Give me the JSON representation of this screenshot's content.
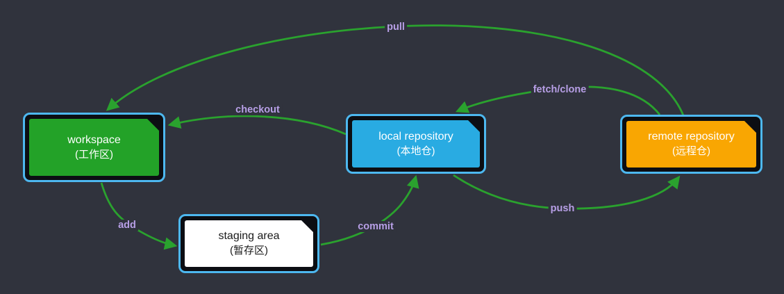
{
  "diagram": {
    "background": "#30333d",
    "edge_color": "#2aa22e",
    "label_color": "#b79fe6",
    "node_border_outer": "#4db8f0",
    "node_border_inner": "#0c0e13",
    "nodes": [
      {
        "id": "workspace",
        "title": "workspace",
        "subtitle": "(工作区)",
        "fill": "#23a228",
        "text_color": "#ffffff"
      },
      {
        "id": "local-repository",
        "title": "local repository",
        "subtitle": "(本地仓)",
        "fill": "#29abe2",
        "text_color": "#ffffff"
      },
      {
        "id": "remote-repository",
        "title": "remote repository",
        "subtitle": "(远程仓)",
        "fill": "#f9a602",
        "text_color": "#ffffff"
      },
      {
        "id": "staging-area",
        "title": "staging area",
        "subtitle": "(暂存区)",
        "fill": "#ffffff",
        "text_color": "#1a1a1a"
      }
    ],
    "edges": [
      {
        "label": "pull",
        "from": "remote-repository",
        "to": "workspace"
      },
      {
        "label": "fetch/clone",
        "from": "remote-repository",
        "to": "local-repository"
      },
      {
        "label": "checkout",
        "from": "local-repository",
        "to": "workspace"
      },
      {
        "label": "add",
        "from": "workspace",
        "to": "staging-area"
      },
      {
        "label": "commit",
        "from": "staging-area",
        "to": "local-repository"
      },
      {
        "label": "push",
        "from": "local-repository",
        "to": "remote-repository"
      }
    ]
  }
}
